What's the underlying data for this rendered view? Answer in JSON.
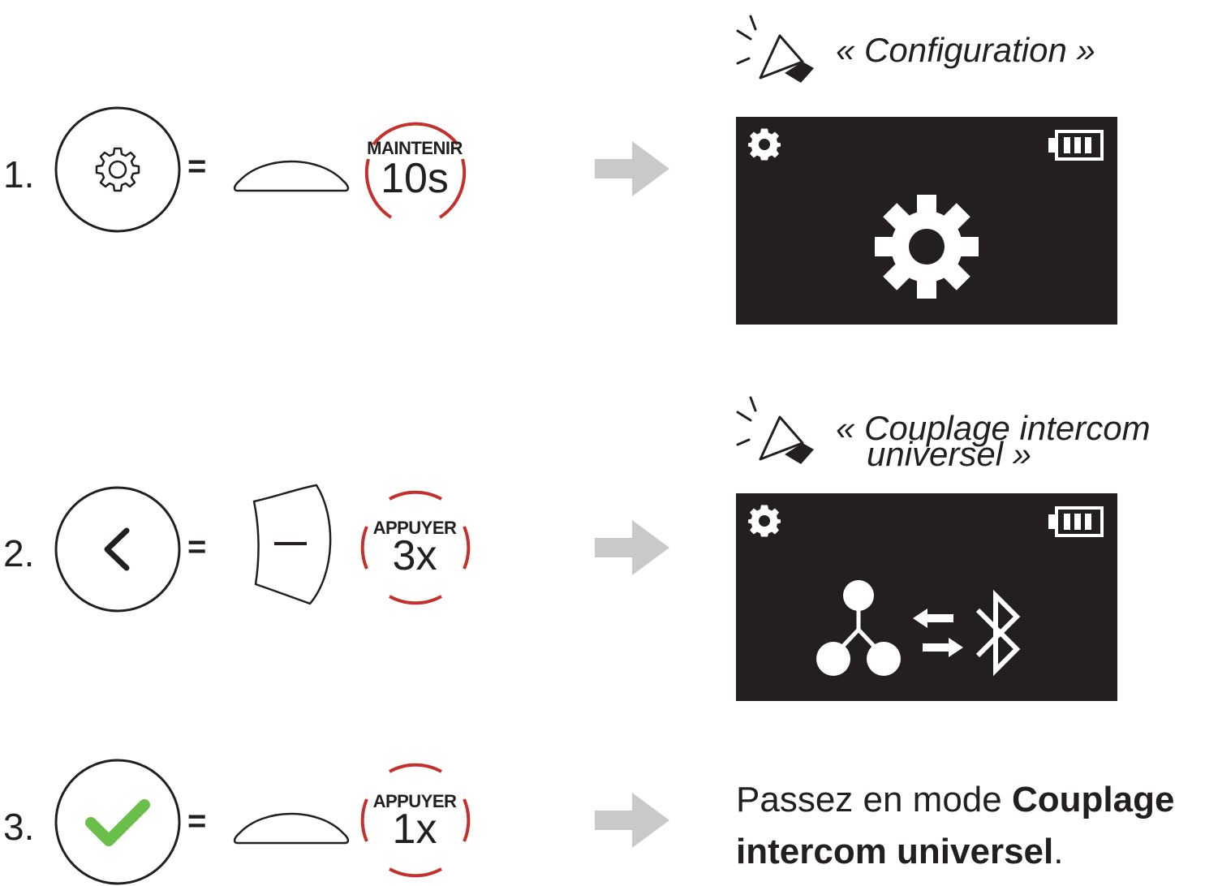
{
  "steps": [
    {
      "number": "1.",
      "button_icon": "gear-icon",
      "equals": "=",
      "action_icon": "dome-button-icon",
      "badge_label": "MAINTENIR",
      "badge_count": "10s",
      "arrow_icon": "right-arrow-icon",
      "voice_prompt": "« Configuration »",
      "screen": {
        "top_left_icon": "gear-icon",
        "top_right_icon": "battery-icon",
        "center_icon": "gear-icon"
      }
    },
    {
      "number": "2.",
      "button_icon": "chevron-left-icon",
      "equals": "=",
      "action_icon": "minus-button-icon",
      "badge_label": "APPUYER",
      "badge_count": "3x",
      "arrow_icon": "right-arrow-icon",
      "voice_prompt_line1": "« Couplage intercom",
      "voice_prompt_line2": "universel »",
      "screen": {
        "top_left_icon": "gear-icon",
        "top_right_icon": "battery-icon",
        "center_icons": [
          "intercom-network-icon",
          "swap-arrows-icon",
          "bluetooth-icon"
        ]
      }
    },
    {
      "number": "3.",
      "button_icon": "checkmark-icon",
      "equals": "=",
      "action_icon": "dome-button-icon",
      "badge_label": "APPUYER",
      "badge_count": "1x",
      "arrow_icon": "right-arrow-icon",
      "result_prefix": "Passez en mode ",
      "result_bold_1": "Couplage",
      "result_bold_2": "intercom universel",
      "result_suffix": "."
    }
  ],
  "colors": {
    "text": "#231f20",
    "badge_red": "#c4302b",
    "arrow_gray": "#c8c9cb",
    "check_green": "#6abf4b",
    "screen_bg": "#231f20"
  }
}
